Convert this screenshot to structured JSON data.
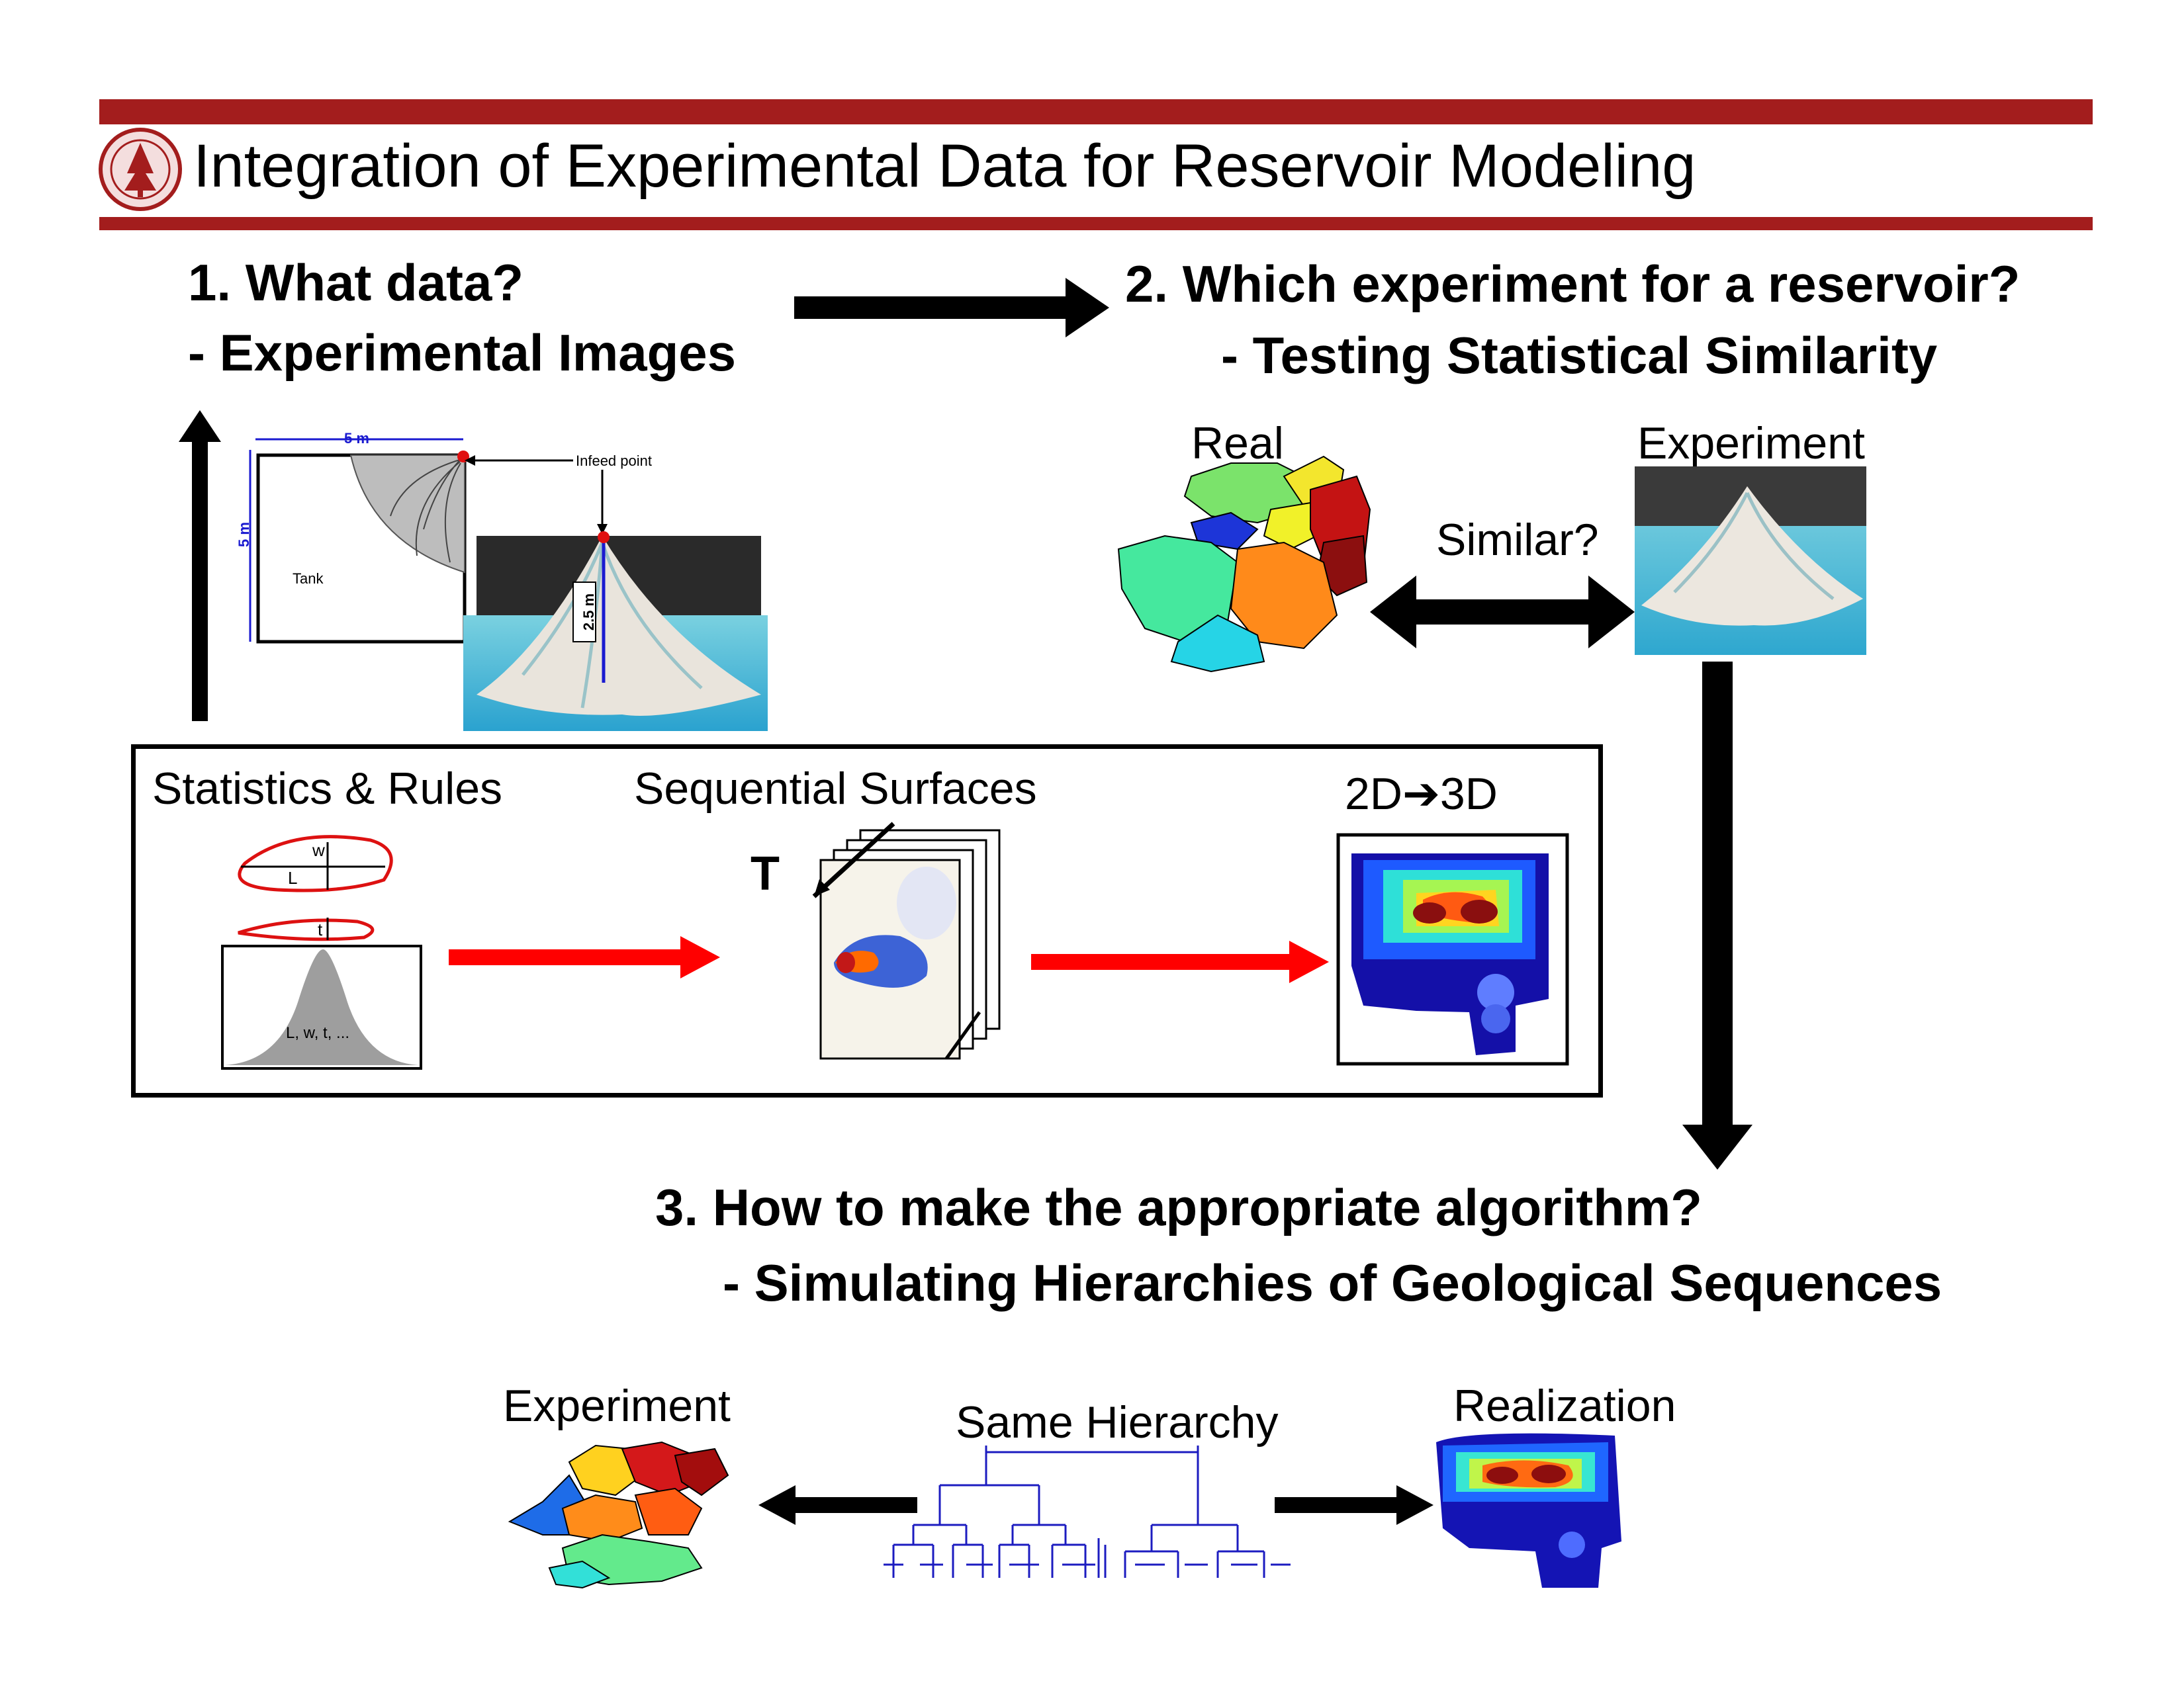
{
  "header": {
    "title": "Integration of Experimental Data for Reservoir Modeling",
    "accent_color": "#a31d1d"
  },
  "q1": {
    "title": "1. What data?",
    "subtitle": "- Experimental Images"
  },
  "q2": {
    "title": "2. Which experiment for a reservoir?",
    "subtitle": "- Testing Statistical Similarity"
  },
  "q3": {
    "title": "3. How to make the appropriate algorithm?",
    "subtitle": "- Simulating Hierarchies of Geological Sequences"
  },
  "tank": {
    "width_label": "5 m",
    "height_label": "5 m",
    "tank_label": "Tank",
    "infeed_label": "Infeed point",
    "depth_label": "2.5 m"
  },
  "similarity": {
    "real_label": "Real",
    "experiment_label": "Experiment",
    "similar_label": "Similar?"
  },
  "process": {
    "stats_label": "Statistics & Rules",
    "surfaces_label": "Sequential Surfaces",
    "dims_from": "2D",
    "dims_to": "3D",
    "time_label": "T",
    "w_label": "w",
    "l_label": "L",
    "t_label": "t",
    "dist_label": "L, w, t, ..."
  },
  "hierarchy": {
    "experiment_label": "Experiment",
    "same_label": "Same Hierarchy",
    "realization_label": "Realization"
  }
}
